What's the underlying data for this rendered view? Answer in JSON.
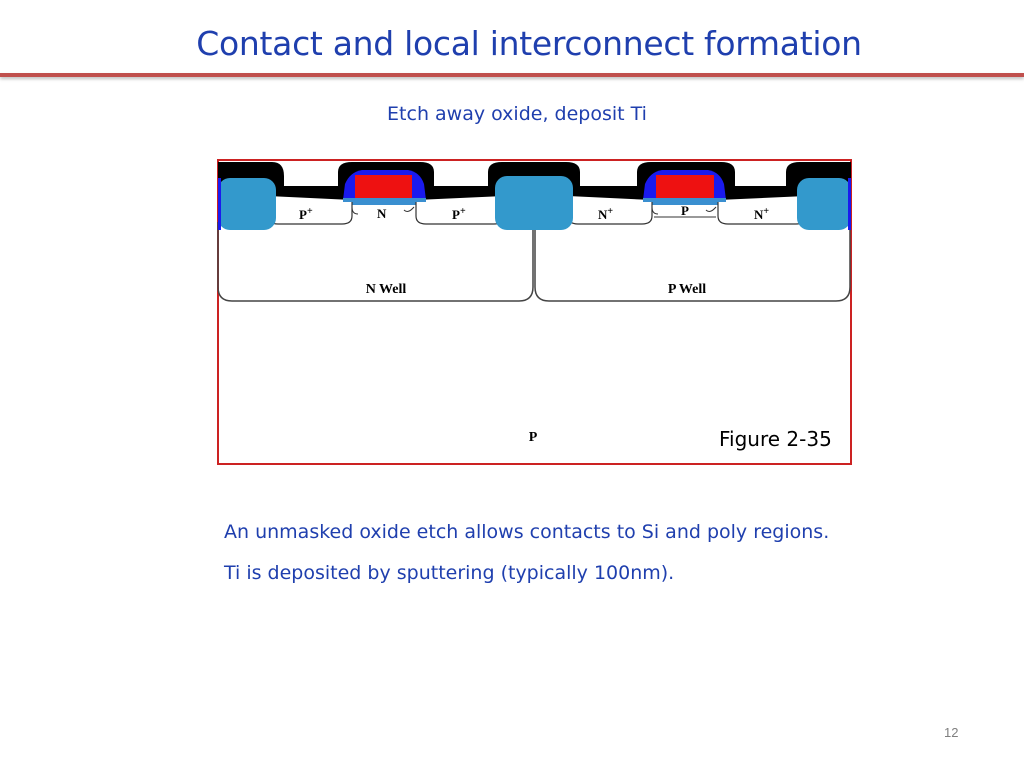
{
  "slide": {
    "title": "Contact and local interconnect formation",
    "subtitle": "Etch away oxide, deposit Ti",
    "page_number": "12"
  },
  "figure": {
    "caption": "Figure 2-35",
    "regions": {
      "n_well": "N Well",
      "p_well": "P Well",
      "substrate": "P"
    },
    "diffusions": {
      "pmos_source": "P",
      "pmos_drain": "P",
      "pmos_channel": "N",
      "nmos_source": "N",
      "nmos_drain": "N",
      "nmos_channel": "P",
      "superscript": "+"
    },
    "colors": {
      "ti_layer": "#000000",
      "oxide": "#3399cc",
      "poly_gate": "#ee1111",
      "spacer": "#1a1aee",
      "substrate_outline": "#cc2222"
    }
  },
  "body": {
    "line1": "An unmasked oxide etch allows contacts to Si and poly regions.",
    "line2": "Ti is deposited by sputtering (typically 100nm)."
  }
}
